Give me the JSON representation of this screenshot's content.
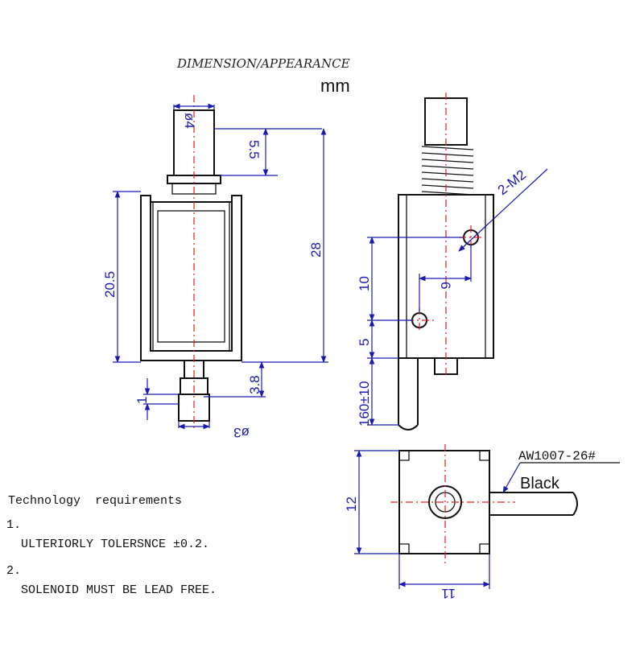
{
  "header": {
    "title": "DIMENSION/APPEARANCE",
    "unit": "mm"
  },
  "front_view": {
    "dims": {
      "plunger_diameter": "ø4",
      "plunger_extension": "5.5",
      "frame_height": "20.5",
      "total_length": "28",
      "bottom_pin_length": "3.8",
      "bottom_disc_thickness": "1",
      "bottom_disc_diameter": "ø3"
    }
  },
  "side_view": {
    "dims": {
      "mount_hole_thread": "2-M2",
      "hole_vertical_spacing": "10",
      "hole_horizontal_offset": "6",
      "hole_bottom_offset": "5",
      "lead_length": "160±10"
    }
  },
  "bottom_view": {
    "dims": {
      "height": "12",
      "width": "11"
    },
    "wire": {
      "spec": "AW1007-26#",
      "color_label": "Black"
    }
  },
  "requirements": {
    "heading": "Technology  requirements",
    "items": [
      {
        "number": "1.",
        "text": "ULTERIORLY TOLERSNCE ±0.2."
      },
      {
        "number": "2.",
        "text": "SOLENOID MUST BE LEAD FREE."
      }
    ]
  },
  "colors": {
    "outline": "#111111",
    "dimension": "#1a1ab0",
    "centerline": "#e02020"
  }
}
